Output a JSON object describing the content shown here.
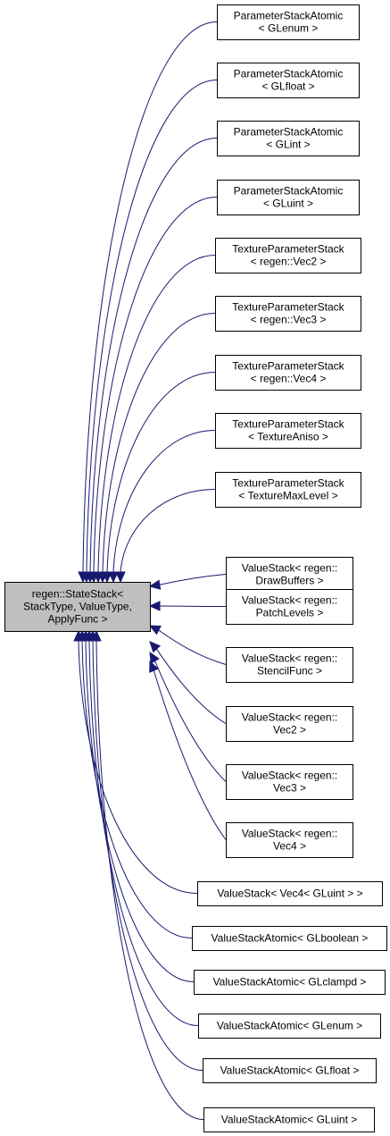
{
  "base_class": {
    "lines": [
      "regen::StateStack<",
      "StackType, ValueType,",
      "ApplyFunc >"
    ]
  },
  "derived_classes": [
    {
      "lines": [
        "ParameterStackAtomic",
        "< GLenum >"
      ]
    },
    {
      "lines": [
        "ParameterStackAtomic",
        "< GLfloat >"
      ]
    },
    {
      "lines": [
        "ParameterStackAtomic",
        "< GLint >"
      ]
    },
    {
      "lines": [
        "ParameterStackAtomic",
        "< GLuint >"
      ]
    },
    {
      "lines": [
        "TextureParameterStack",
        "< regen::Vec2 >"
      ]
    },
    {
      "lines": [
        "TextureParameterStack",
        "< regen::Vec3 >"
      ]
    },
    {
      "lines": [
        "TextureParameterStack",
        "< regen::Vec4 >"
      ]
    },
    {
      "lines": [
        "TextureParameterStack",
        "< TextureAniso >"
      ]
    },
    {
      "lines": [
        "TextureParameterStack",
        "< TextureMaxLevel >"
      ]
    },
    {
      "lines": [
        "ValueStack< regen::",
        "DrawBuffers >"
      ]
    },
    {
      "lines": [
        "ValueStack< regen::",
        "PatchLevels >"
      ]
    },
    {
      "lines": [
        "ValueStack< regen::",
        "StencilFunc >"
      ]
    },
    {
      "lines": [
        "ValueStack< regen::",
        "Vec2 >"
      ]
    },
    {
      "lines": [
        "ValueStack< regen::",
        "Vec3 >"
      ]
    },
    {
      "lines": [
        "ValueStack< regen::",
        "Vec4 >"
      ]
    },
    {
      "lines": [
        "ValueStack< Vec4< GLuint > >"
      ]
    },
    {
      "lines": [
        "ValueStackAtomic< GLboolean >"
      ]
    },
    {
      "lines": [
        "ValueStackAtomic< GLclampd >"
      ]
    },
    {
      "lines": [
        "ValueStackAtomic< GLenum >"
      ]
    },
    {
      "lines": [
        "ValueStackAtomic< GLfloat >"
      ]
    },
    {
      "lines": [
        "ValueStackAtomic< GLuint >"
      ]
    }
  ],
  "colors": {
    "edge": "#191970",
    "base_fill": "#bfbfbf",
    "node_fill": "#ffffff",
    "border": "#000000"
  }
}
